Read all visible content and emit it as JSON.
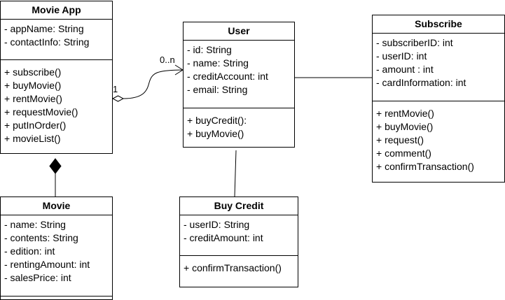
{
  "diagram": {
    "classes": {
      "movie_app": {
        "name": "Movie App",
        "attributes": [
          "- appName: String",
          "- contactInfo: String"
        ],
        "operations": [
          "+ subscribe()",
          "+ buyMovie()",
          "+ rentMovie()",
          "+ requestMovie()",
          "+ putInOrder()",
          "+ movieList()"
        ]
      },
      "user": {
        "name": "User",
        "attributes": [
          "- id: String",
          "- name: String",
          "- creditAccount: int",
          "- email: String"
        ],
        "operations": [
          "+ buyCredit():",
          "+ buyMovie()"
        ]
      },
      "subscribe": {
        "name": "Subscribe",
        "attributes": [
          "- subscriberID: int",
          "- userID: int",
          "- amount : int",
          "- cardInformation: int"
        ],
        "operations": [
          "+ rentMovie()",
          "+ buyMovie()",
          "+ request()",
          "+ comment()",
          "+ confirmTransaction()"
        ]
      },
      "movie": {
        "name": "Movie",
        "attributes": [
          "- name: String",
          "- contents: String",
          "- edition: int",
          "- rentingAmount: int",
          "- salesPrice: int"
        ],
        "operations": []
      },
      "buy_credit": {
        "name": "Buy Credit",
        "attributes": [
          "- userID: String",
          "- creditAmount: int"
        ],
        "operations": [
          "+ confirmTransaction()"
        ]
      }
    },
    "relations": [
      {
        "from": "Movie App",
        "to": "User",
        "kind": "aggregation",
        "from_mult": "1",
        "to_mult": "0..n"
      },
      {
        "from": "User",
        "to": "Subscribe",
        "kind": "association"
      },
      {
        "from": "User",
        "to": "Buy Credit",
        "kind": "association"
      },
      {
        "from": "Movie App",
        "to": "Movie",
        "kind": "composition"
      }
    ]
  }
}
